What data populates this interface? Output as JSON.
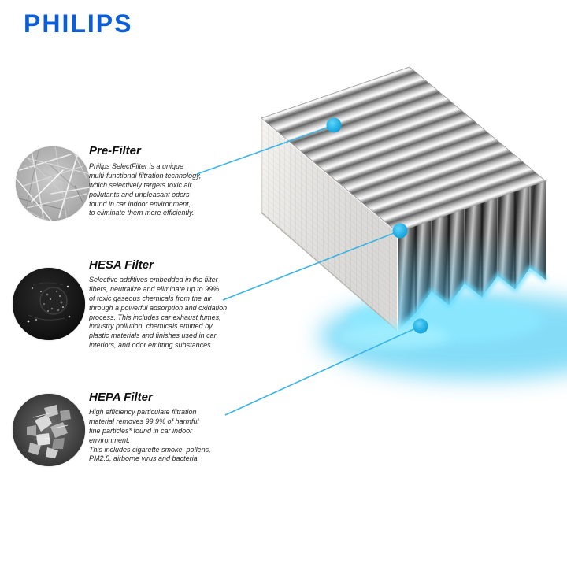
{
  "brand": {
    "logo_text": "PHILIPS"
  },
  "colors": {
    "philips_blue": "#0b5ed7",
    "accent_cyan": "#2ab7ea",
    "glow_cyan": "#63dcff"
  },
  "sections": [
    {
      "id": "pre-filter",
      "title": "Pre-Filter",
      "description": "Philips SelectFilter is a unique\nmulti-functional filtration technology,\nwhich selectively targets toxic air\npollutants and unpleasant odors\nfound in car indoor environment,\nto eliminate them more efficiently.",
      "micrograph_icon": "fiber-mesh-micrograph"
    },
    {
      "id": "hesa-filter",
      "title": "HESA Filter",
      "description": "Selective additives embedded in the filter\nfibers, neutralize and eliminate up to 99%\nof toxic gaseous chemicals from the air\nthrough a powerful adsorption and oxidation\nprocess. This includes car exhaust fumes,\nindustry pollution, chemicals emitted by\nplastic materials and finishes used in car\ninteriors, and odor emitting substances.",
      "micrograph_icon": "dark-granule-micrograph"
    },
    {
      "id": "hepa-filter",
      "title": "HEPA Filter",
      "description": "High efficiency particulate filtration\nmaterial removes 99,9% of harmful\nfine particles* found in car indoor\nenvironment.\nThis includes cigarette smoke, pollens,\nPM2.5, airborne virus and bacteria",
      "micrograph_icon": "flake-material-micrograph"
    }
  ]
}
